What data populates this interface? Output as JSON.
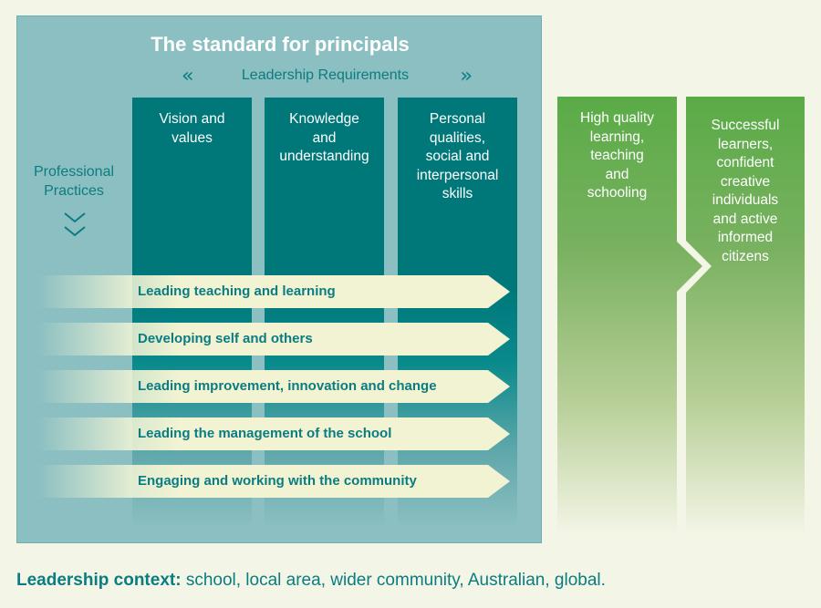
{
  "title": "The standard for principals",
  "leadership_requirements": {
    "label": "Leadership Requirements",
    "left_chevrons": "‹‹",
    "right_chevrons": "››"
  },
  "requirements": [
    "Vision and\nvalues",
    "Knowledge\nand\nunderstanding",
    "Personal\nqualities,\nsocial and\ninterpersonal\nskills"
  ],
  "professional_practices_label": "Professional\nPractices",
  "practices": [
    "Leading teaching and learning",
    "Developing self and others",
    "Leading improvement, innovation and change",
    "Leading the management of the school",
    "Engaging and working with the community"
  ],
  "outcomes": [
    "High quality\nlearning,\nteaching\nand\nschooling",
    "Successful\nlearners,\nconfident\ncreative\nindividuals\nand active\ninformed\ncitizens"
  ],
  "context": {
    "label": "Leadership context:",
    "text": " school, local area, wider community, Australian, global."
  },
  "colors": {
    "teal_dark": "#00787a",
    "teal_panel": "#8bbfc1",
    "teal_text": "#0b7c80",
    "green": "#5aab47",
    "arrow_fill": "#f1f3d3",
    "background": "#f3f5e6"
  }
}
